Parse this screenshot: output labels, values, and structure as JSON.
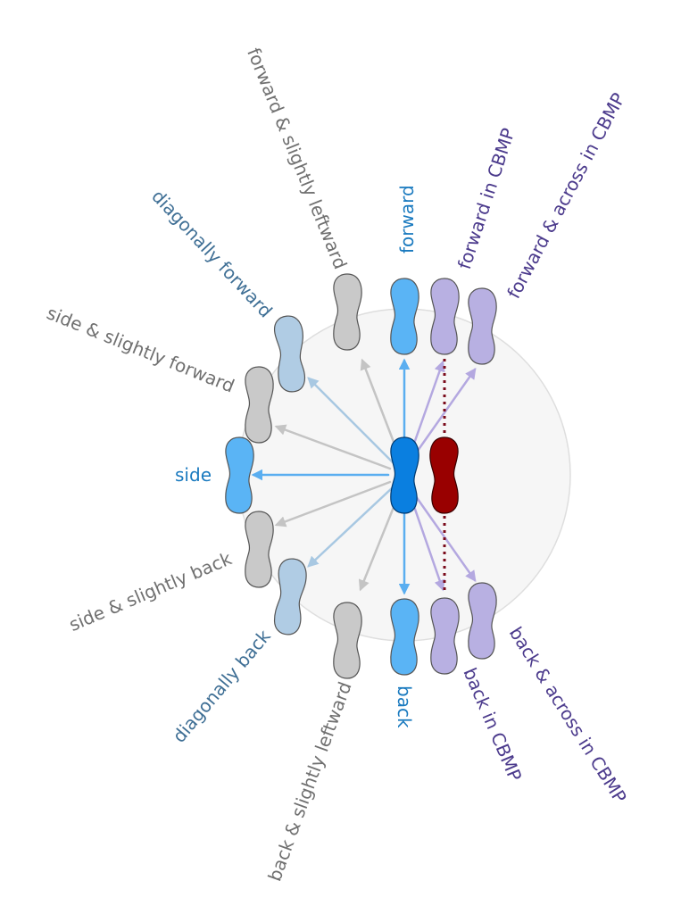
{
  "labels": {
    "forward": "forward",
    "forward_slightly_leftward": "forward & slightly leftward",
    "diagonally_forward": "diagonally forward",
    "side_slightly_forward": "side & slightly forward",
    "side": "side",
    "side_slightly_back": "side & slightly back",
    "diagonally_back": "diagonally back",
    "back_slightly_leftward": "back & slightly leftward",
    "back": "back",
    "forward_in_cbmp": "forward in CBMP",
    "forward_across_in_cbmp": "forward & across in CBMP",
    "back_in_cbmp": "back in CBMP",
    "back_across_in_cbmp": "back & across in CBMP"
  },
  "colors": {
    "blue_text": "#1a7abf",
    "steel_text": "#3f6f95",
    "gray_text": "#707070",
    "purple_text": "#4b3a8c",
    "active_foot": "#0a7fe0",
    "supporting_foot": "#990000"
  }
}
